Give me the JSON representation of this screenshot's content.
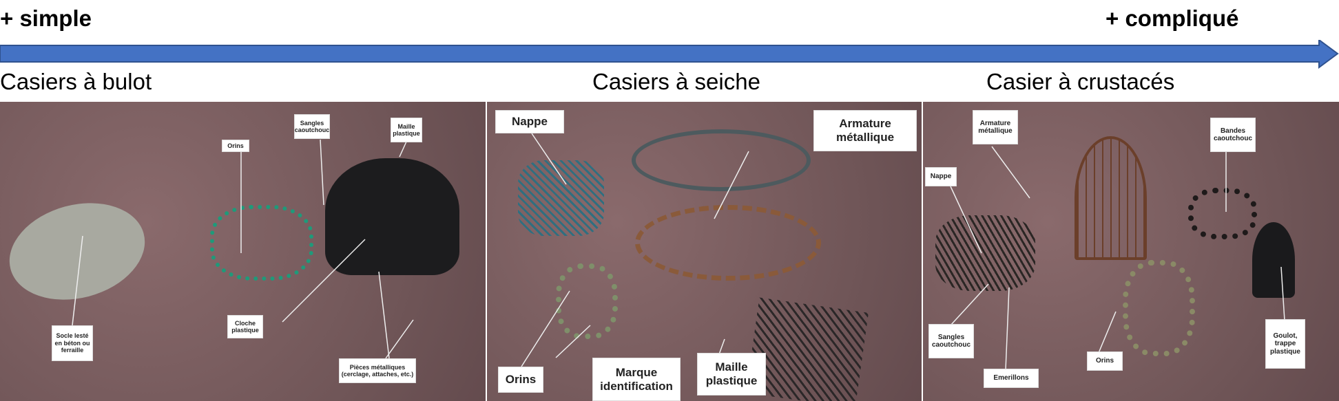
{
  "scale": {
    "left": "+ simple",
    "right": "+ compliqué",
    "arrow_color": "#4472C4"
  },
  "categories": [
    {
      "title": "Casiers à bulot",
      "labels": [
        "Orins",
        "Sangles caoutchouc",
        "Maille plastique",
        "Socle lesté en béton ou ferraille",
        "Cloche plastique",
        "Pièces métalliques (cerclage, attaches, etc.)"
      ]
    },
    {
      "title": "Casiers à seiche",
      "labels": [
        "Nappe",
        "Armature métallique",
        "Orins",
        "Marque identification",
        "Maille plastique"
      ]
    },
    {
      "title": "Casier à crustacés",
      "labels": [
        "Armature métallique",
        "Bandes caoutchouc",
        "Nappe",
        "Sangles caoutchouc",
        "Emerillons",
        "Orins",
        "Goulot, trappe plastique"
      ]
    }
  ]
}
